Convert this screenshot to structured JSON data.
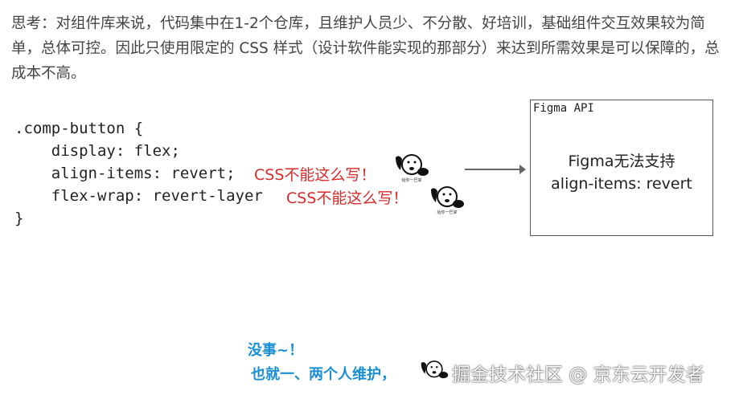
{
  "paragraph": "思考：对组件库来说，代码集中在1-2个仓库，且维护人员少、不分散、好培训，基础组件交互效果较为简单，总体可控。因此只使用限定的 CSS 样式（设计软件能实现的那部分）来达到所需效果是可以保障的，总成本不高。",
  "code": [
    ".comp-button {",
    "    display: flex;",
    "    align-items: revert;",
    "    flex-wrap: revert-layer",
    "}"
  ],
  "annotations": [
    "CSS不能这么写！",
    "CSS不能这么写！"
  ],
  "sticker_caption": "给你一巴掌",
  "figma_box": {
    "title": "Figma API",
    "line1": "Figma无法支持",
    "line2": "align-items: revert"
  },
  "reply": {
    "line1": "没事~！",
    "line2": "也就一、两个人维护，"
  },
  "watermark": "掘金技术社区 @ 京东云开发者",
  "colors": {
    "red": "#d92b2b",
    "blue": "#1a8fd6"
  }
}
